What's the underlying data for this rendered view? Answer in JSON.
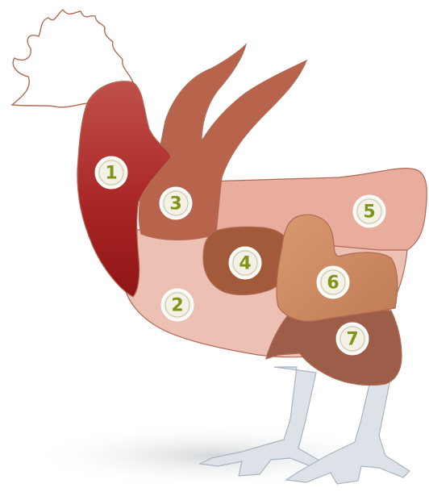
{
  "colors": {
    "comb": "#ffffff",
    "neck": "#a82424",
    "breast": "#ecc0b3",
    "back": "#e8ad9d",
    "wing": "#b8644c",
    "tenderloin": "#a35a3a",
    "thigh": "#d08a62",
    "drumstick": "#9c5e49",
    "leg": "#dde2e8",
    "outline": "#b06a55",
    "marker_fill": "#f4f1e6",
    "marker_text": "#7f9418"
  },
  "markers": [
    {
      "label": "1"
    },
    {
      "label": "2"
    },
    {
      "label": "3"
    },
    {
      "label": "4"
    },
    {
      "label": "5"
    },
    {
      "label": "6"
    },
    {
      "label": "7"
    }
  ]
}
